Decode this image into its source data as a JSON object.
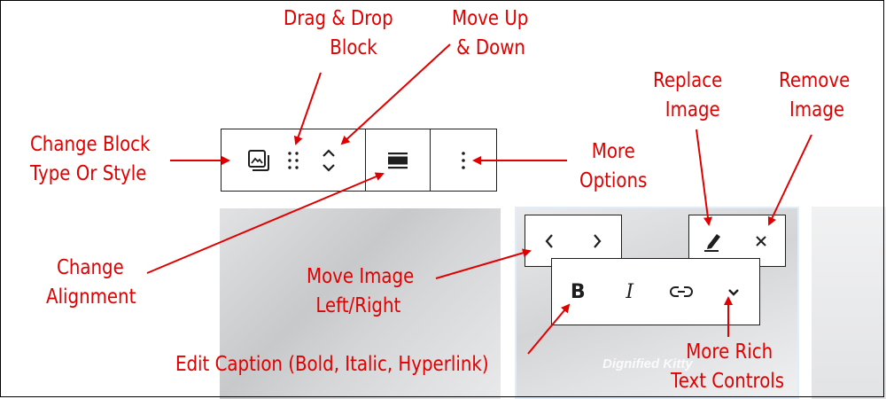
{
  "annotations": {
    "drag_drop": [
      "Drag & Drop",
      "Block"
    ],
    "move_up_down": [
      "Move Up",
      "& Down"
    ],
    "replace_image": [
      "Replace",
      "Image"
    ],
    "remove_image": [
      "Remove",
      "Image"
    ],
    "change_block": [
      "Change Block",
      "Type Or Style"
    ],
    "more_options": [
      "More",
      "Options"
    ],
    "change_alignment": [
      "Change",
      "Alignment"
    ],
    "move_image": [
      "Move Image",
      "Left/Right"
    ],
    "edit_caption": "Edit Caption (Bold, Italic, Hyperlink)",
    "more_rich_text": [
      "More Rich",
      "Text Controls"
    ]
  },
  "gallery": {
    "caption": "Dignified Kitty"
  },
  "icons": {
    "block_type": "image-icon",
    "drag": "drag-handle-icon",
    "move_up": "chevron-up-icon",
    "move_down": "chevron-down-icon",
    "align": "align-wide-icon",
    "more": "more-vertical-icon",
    "prev": "chevron-left-icon",
    "next": "chevron-right-icon",
    "replace": "pencil-icon",
    "remove": "close-icon",
    "bold": "B",
    "italic": "I",
    "link": "link-icon",
    "more_text": "chevron-down-icon"
  },
  "colors": {
    "annotation": "#e00000",
    "toolbar_border": "#1e1e1e"
  }
}
